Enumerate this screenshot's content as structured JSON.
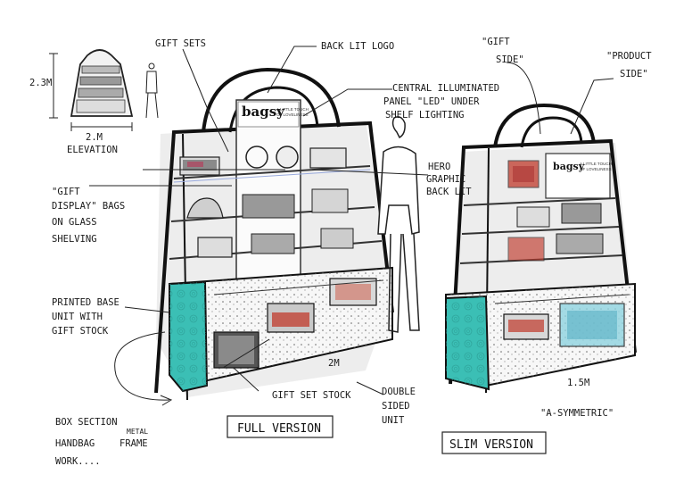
{
  "labels": {
    "gift_sets": "GIFT SETS",
    "back_lit_logo": "BACK LIT LOGO",
    "central_panel_1": "CENTRAL ILLUMINATED",
    "central_panel_2": "PANEL \"LED\" UNDER",
    "central_panel_3": "SHELF LIGHTING",
    "gift_display_1": "\"GIFT",
    "gift_display_2": "DISPLAY\" BAGS",
    "gift_display_3": "ON GLASS",
    "gift_display_4": "SHELVING",
    "printed_base_1": "PRINTED BASE",
    "printed_base_2": "UNIT WITH",
    "printed_base_3": "GIFT STOCK",
    "hero_graphic_1": "HERO",
    "hero_graphic_2": "GRAPHIC",
    "hero_graphic_3": "BACK LIT",
    "gift_side_1": "\"GIFT",
    "gift_side_2": "SIDE\"",
    "product_side_1": "\"PRODUCT",
    "product_side_2": "SIDE\"",
    "gift_set_stock": "GIFT SET STOCK",
    "double_sided_1": "DOUBLE",
    "double_sided_2": "SIDED",
    "double_sided_3": "UNIT",
    "box_section_1": "BOX SECTION",
    "box_section_2": "HANDBAG",
    "box_section_3": "FRAME",
    "box_section_4": "WORK....",
    "box_section_metal": "METAL",
    "width_full": "2M",
    "width_slim": "1.5M",
    "asymmetric": "\"A-SYMMETRIC\"",
    "elevation_height": "2.3M",
    "elevation_width": "2.M",
    "elevation_label": "ELEVATION"
  },
  "captions": {
    "full_version": "FULL VERSION",
    "slim_version": "SLIM VERSION"
  },
  "brand": {
    "logo": "bagsy",
    "tagline_1": "A LITTLE TOUCH",
    "tagline_2": "OF LOVELINESS"
  },
  "colors": {
    "teal": "#3bbfb5",
    "ink": "#1a1a1a",
    "grey_wash": "#c8c8c8",
    "red_accent": "#c0392b"
  }
}
